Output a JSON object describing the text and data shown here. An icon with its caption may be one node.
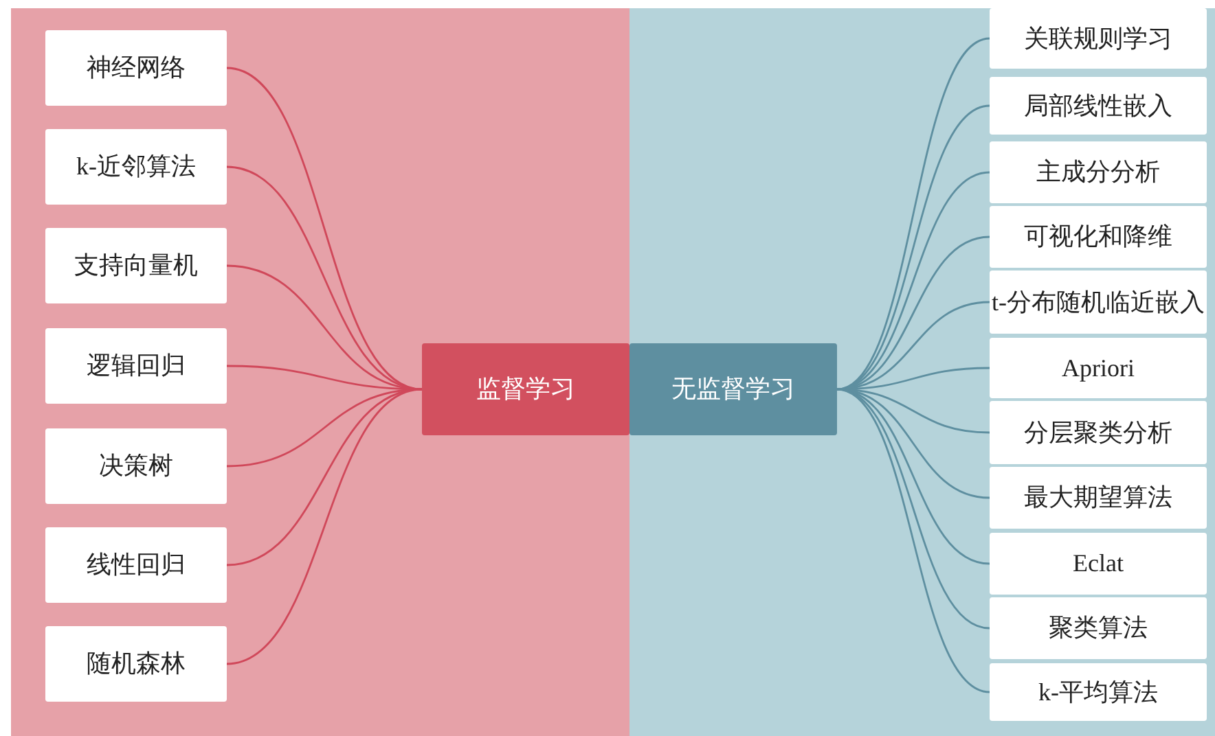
{
  "diagram": {
    "nodes": [
      {
        "text": [
          "监督学习"
        ]
      },
      {
        "text": [
          "无监督学习"
        ]
      },
      {
        "text": [
          "神经网络"
        ]
      },
      {
        "text": [
          "k-近邻算法"
        ]
      },
      {
        "text": [
          "支持向量机"
        ]
      },
      {
        "text": [
          "逻辑回归"
        ]
      },
      {
        "text": [
          "决策树"
        ]
      },
      {
        "text": [
          "线性回归"
        ]
      },
      {
        "text": [
          "随机森林"
        ]
      },
      {
        "text": [
          "关联规则学习"
        ]
      },
      {
        "text": [
          "局部线性嵌入"
        ]
      },
      {
        "text": [
          "主成分分析"
        ]
      },
      {
        "text": [
          "可视化和降维"
        ]
      },
      {
        "text": [
          "t-分布随机临近嵌入"
        ]
      },
      {
        "text": [
          "Apriori"
        ]
      },
      {
        "text": [
          "分层聚类分析"
        ]
      },
      {
        "text": [
          "最大期望算法"
        ]
      },
      {
        "text": [
          "Eclat"
        ]
      },
      {
        "text": [
          "聚类算法"
        ]
      },
      {
        "text": [
          "k-平均算法"
        ]
      }
    ],
    "edges": [
      {
        "from": 0,
        "to": 2,
        "arrow": "none",
        "color": "#d0485a"
      },
      {
        "from": 0,
        "to": 3,
        "arrow": "none",
        "color": "#d0485a"
      },
      {
        "from": 0,
        "to": 4,
        "arrow": "none",
        "color": "#d0485a"
      },
      {
        "from": 0,
        "to": 5,
        "arrow": "none",
        "color": "#d0485a"
      },
      {
        "from": 0,
        "to": 6,
        "arrow": "none",
        "color": "#d0485a"
      },
      {
        "from": 0,
        "to": 7,
        "arrow": "none",
        "color": "#d0485a"
      },
      {
        "from": 0,
        "to": 8,
        "arrow": "none",
        "color": "#d0485a"
      },
      {
        "from": 1,
        "to": 9,
        "arrow": "none"
      },
      {
        "from": 1,
        "to": 10,
        "arrow": "none"
      },
      {
        "from": 1,
        "to": 11,
        "arrow": "none"
      },
      {
        "from": 1,
        "to": 12,
        "arrow": "none"
      },
      {
        "from": 1,
        "to": 13,
        "arrow": "none"
      },
      {
        "from": 1,
        "to": 14,
        "arrow": "none"
      },
      {
        "from": 1,
        "to": 15,
        "arrow": "none"
      },
      {
        "from": 1,
        "to": 16,
        "arrow": "none"
      },
      {
        "from": 1,
        "to": 17,
        "arrow": "none"
      },
      {
        "from": 1,
        "to": 18,
        "arrow": "none"
      },
      {
        "from": 1,
        "to": 19,
        "arrow": "none"
      }
    ]
  }
}
